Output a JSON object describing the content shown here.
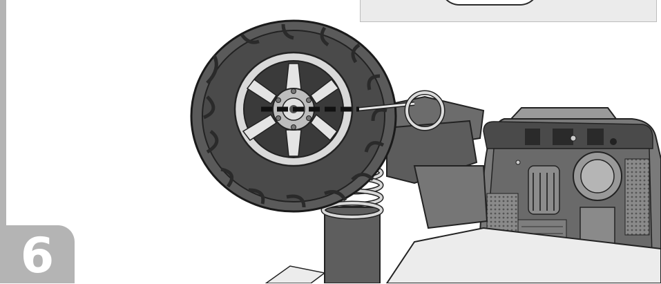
{
  "step": {
    "number": "6"
  },
  "illustration": {
    "subject": "wheel",
    "callout": "pin-loop-callout",
    "axle_guide": "dashed-axle-line"
  }
}
